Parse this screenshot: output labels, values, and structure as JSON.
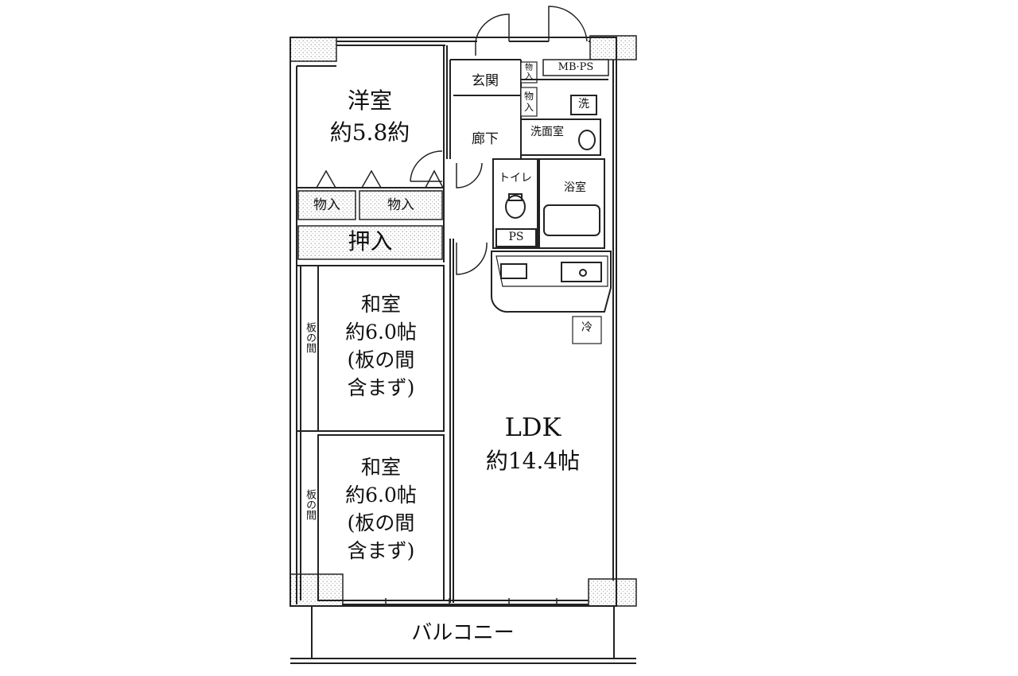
{
  "rooms": {
    "western_room": {
      "name": "洋室",
      "area": "約5.8約"
    },
    "closet_1": "物入",
    "closet_2": "物入",
    "oshiire": "押入",
    "japanese_room_1": {
      "name": "和室",
      "area": "約6.0帖",
      "note_line1": "(板の間",
      "note_line2": "含まず)",
      "side_label": "板の間"
    },
    "japanese_room_2": {
      "name": "和室",
      "area": "約6.0帖",
      "note_line1": "(板の間",
      "note_line2": "含まず)",
      "side_label": "板の間"
    },
    "ldk": {
      "name": "LDK",
      "area": "約14.4帖"
    },
    "entrance": "玄関",
    "hallway": "廊下",
    "washroom": "洗面室",
    "toilet": "トイレ",
    "bathroom": "浴室",
    "ps_toilet": "PS",
    "mb_ps": "MB·PS",
    "entrance_closet_top": "物入",
    "entrance_closet": "物入",
    "washer": "洗",
    "fridge": "冷",
    "balcony": "バルコニー"
  }
}
